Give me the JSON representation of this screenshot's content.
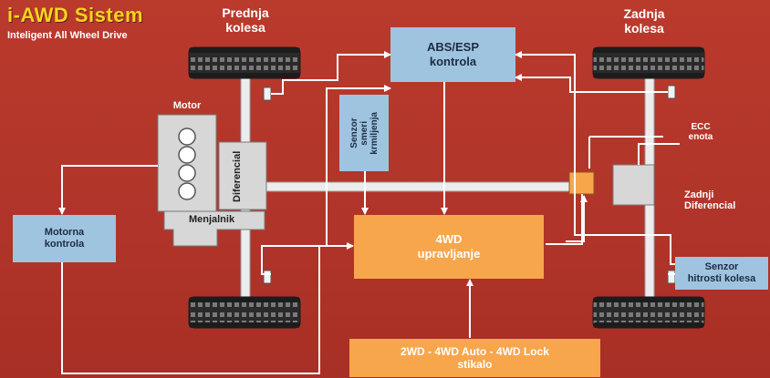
{
  "header": {
    "title": "i-AWD Sistem",
    "subtitle": "Inteligent All Wheel Drive"
  },
  "labels": {
    "front_wheels": "Prednja\nkolesa",
    "rear_wheels": "Zadnja\nkolesa",
    "motor": "Motor",
    "differential_front": "Diferencial",
    "gearbox": "Menjalnik",
    "ecc_unit": "ECC\nenota",
    "rear_differential": "Zadnji\nDiferencial"
  },
  "boxes": {
    "abs_esp": "ABS/ESP\nkontrola",
    "steering_sensor": "Senzor\nsmeri\nkrmiljenja",
    "engine_control": "Motorna\nkontrola",
    "wd_control": "4WD\nupravljanje",
    "speed_sensor": "Senzor\nhitrosti kolesa",
    "switch": "2WD - 4WD Auto - 4WD Lock\nstikalo"
  },
  "colors": {
    "background": "#b33528",
    "title": "#f6d51e",
    "blue_box": "#9fc4df",
    "orange_box": "#f7a64c",
    "component_grey": "#d7d7d7",
    "tire": "#2b2b2b"
  }
}
